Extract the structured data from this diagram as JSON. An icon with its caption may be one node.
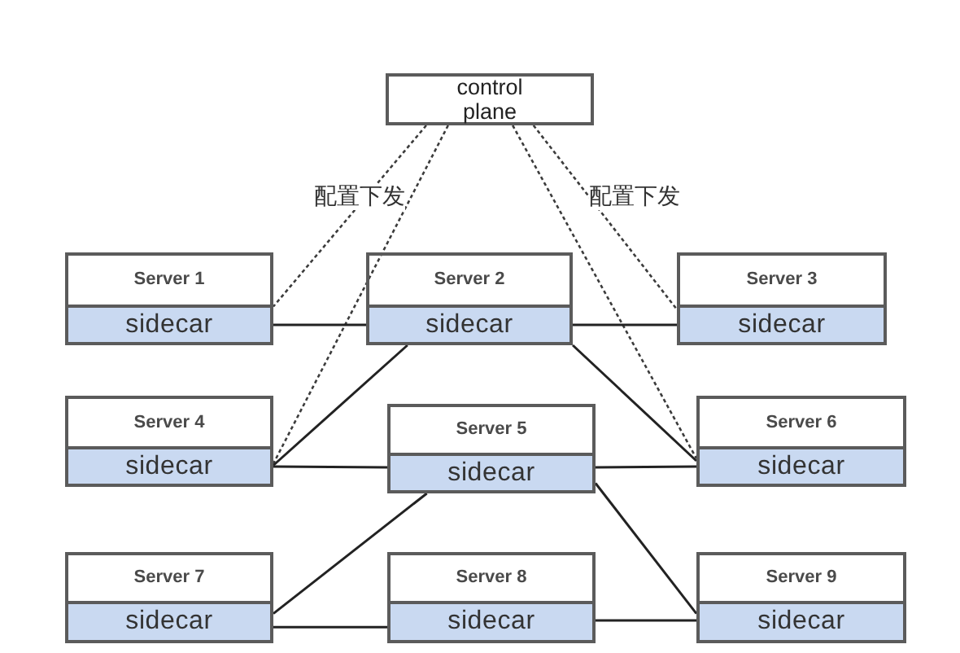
{
  "diagram": {
    "nodes": [
      {
        "text": [
          "control plane"
        ]
      },
      {
        "text": [
          "Server 1"
        ]
      },
      {
        "text": [
          "sidecar"
        ],
        "in": 1
      },
      {
        "text": [
          "Server 2"
        ]
      },
      {
        "text": [
          "sidecar"
        ],
        "in": 3
      },
      {
        "text": [
          "Server 3"
        ]
      },
      {
        "text": [
          "sidecar"
        ],
        "in": 5
      },
      {
        "text": [
          "Server 4"
        ]
      },
      {
        "text": [
          "sidecar"
        ],
        "in": 7
      },
      {
        "text": [
          "Server 5"
        ]
      },
      {
        "text": [
          "sidecar"
        ],
        "in": 9
      },
      {
        "text": [
          "Server 6"
        ]
      },
      {
        "text": [
          "sidecar"
        ],
        "in": 11
      },
      {
        "text": [
          "Server 7"
        ]
      },
      {
        "text": [
          "sidecar"
        ],
        "in": 13
      },
      {
        "text": [
          "Server 8"
        ]
      },
      {
        "text": [
          "sidecar"
        ],
        "in": 15
      },
      {
        "text": [
          "Server 9"
        ]
      },
      {
        "text": [
          "sidecar"
        ],
        "in": 17
      }
    ],
    "edges": [
      {
        "from": 0,
        "to": 2,
        "arrow": "none",
        "style": "dashed",
        "label": "配置下发"
      },
      {
        "from": 0,
        "to": 8,
        "arrow": "none",
        "style": "dashed"
      },
      {
        "from": 0,
        "to": 12,
        "arrow": "none",
        "style": "dashed"
      },
      {
        "from": 0,
        "to": 6,
        "arrow": "none",
        "style": "dashed",
        "label": "配置下发"
      },
      {
        "from": 2,
        "to": 4,
        "arrow": "none"
      },
      {
        "from": 4,
        "to": 6,
        "arrow": "none"
      },
      {
        "from": 4,
        "to": 8,
        "arrow": "none"
      },
      {
        "from": 8,
        "to": 10,
        "arrow": "none"
      },
      {
        "from": 4,
        "to": 12,
        "arrow": "none"
      },
      {
        "from": 10,
        "to": 12,
        "arrow": "none"
      },
      {
        "from": 10,
        "to": 14,
        "arrow": "none"
      },
      {
        "from": 10,
        "to": 18,
        "arrow": "none"
      },
      {
        "from": 14,
        "to": 16,
        "arrow": "none"
      },
      {
        "from": 16,
        "to": 18,
        "arrow": "none"
      }
    ]
  }
}
